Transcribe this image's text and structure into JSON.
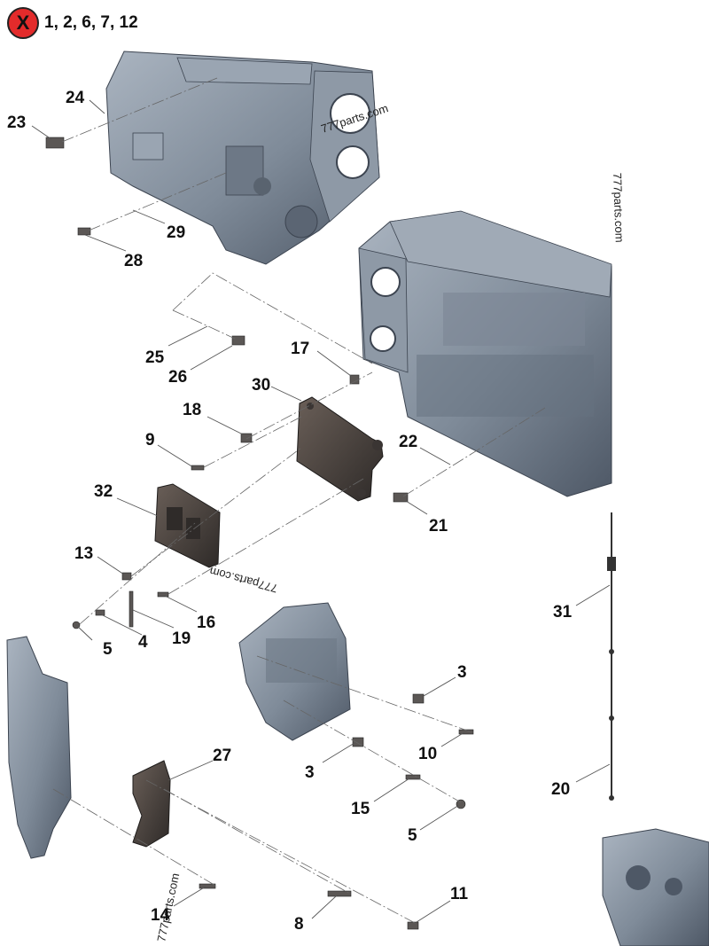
{
  "legend": {
    "badge_label": "X",
    "excluded_parts": "1, 2, 6, 7, 12"
  },
  "watermark": "777parts.com",
  "callouts": {
    "c23": "23",
    "c24": "24",
    "c29": "29",
    "c28": "28",
    "c25": "25",
    "c26": "26",
    "c17": "17",
    "c30": "30",
    "c18": "18",
    "c9": "9",
    "c22": "22",
    "c21": "21",
    "c32": "32",
    "c13": "13",
    "c16": "16",
    "c5a": "5",
    "c4": "4",
    "c19": "19",
    "c31": "31",
    "c3a": "3",
    "c10": "10",
    "c3b": "3",
    "c27": "27",
    "c15": "15",
    "c5b": "5",
    "c20": "20",
    "c11": "11",
    "c14": "14",
    "c8": "8"
  },
  "colors": {
    "block": "#7f8b99",
    "block_dark": "#4e5866",
    "block_light": "#aab4c0",
    "bracket": "#4a4744",
    "leader": "#555555",
    "badge": "#e32b2b"
  }
}
